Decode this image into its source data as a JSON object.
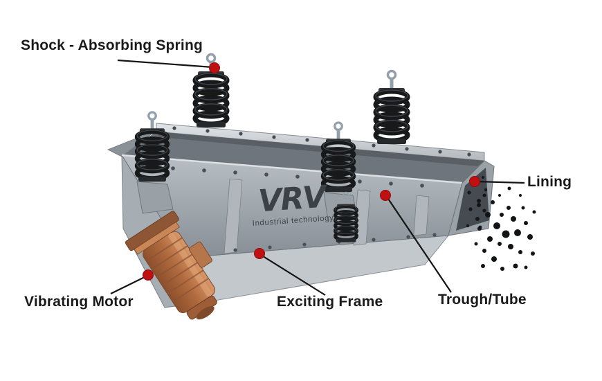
{
  "labels": {
    "spring": "Shock - Absorbing Spring",
    "lining": "Lining",
    "motor": "Vibrating Motor",
    "frame": "Exciting Frame",
    "trough": "Trough/Tube"
  },
  "logo": {
    "brand": "VRV",
    "tagline": "Industrial technology"
  },
  "colors": {
    "background": "#ffffff",
    "label_text": "#1a1a1a",
    "callout_line": "#141414",
    "marker_red": "#bf1111",
    "machine_light": "#c9ced2",
    "machine_mid": "#a2a8ae",
    "machine_dark": "#4a5056",
    "spring_black": "#17191b",
    "motor_copper": "#b97349"
  }
}
